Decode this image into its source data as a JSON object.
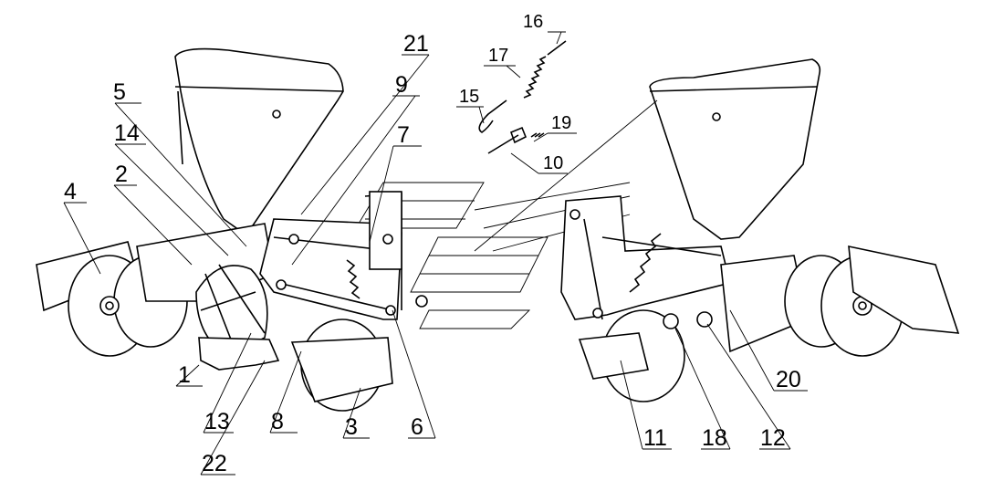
{
  "diagram": {
    "labels_left": [
      "21",
      "9",
      "5",
      "14",
      "7",
      "2",
      "4",
      "1",
      "13",
      "22",
      "8",
      "3",
      "6"
    ],
    "labels_right": [
      "11",
      "18",
      "12",
      "20"
    ],
    "labels_detail": [
      "16",
      "17",
      "15",
      "19",
      "10"
    ]
  }
}
